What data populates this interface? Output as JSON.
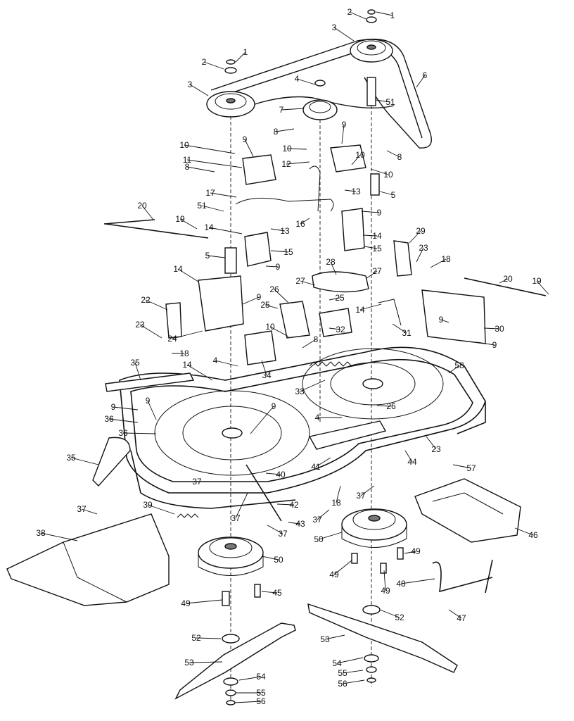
{
  "diagram": {
    "callouts": [
      {
        "id": "c-1a",
        "text": "1"
      },
      {
        "id": "c-2a",
        "text": "2"
      },
      {
        "id": "c-3a",
        "text": "3"
      },
      {
        "id": "c-1b",
        "text": "1"
      },
      {
        "id": "c-2b",
        "text": "2"
      },
      {
        "id": "c-3b",
        "text": "3"
      },
      {
        "id": "c-4a",
        "text": "4"
      },
      {
        "id": "c-6",
        "text": "6"
      },
      {
        "id": "c-7",
        "text": "7"
      },
      {
        "id": "c-51a",
        "text": "51"
      },
      {
        "id": "c-8a",
        "text": "8"
      },
      {
        "id": "c-9a",
        "text": "9"
      },
      {
        "id": "c-8b",
        "text": "8"
      },
      {
        "id": "c-10a",
        "text": "10"
      },
      {
        "id": "c-10b",
        "text": "10"
      },
      {
        "id": "c-12",
        "text": "12"
      },
      {
        "id": "c-10c",
        "text": "10"
      },
      {
        "id": "c-9b",
        "text": "9"
      },
      {
        "id": "c-10d",
        "text": "10"
      },
      {
        "id": "c-11",
        "text": "11"
      },
      {
        "id": "c-8c",
        "text": "8"
      },
      {
        "id": "c-5a",
        "text": "5"
      },
      {
        "id": "c-13a",
        "text": "13"
      },
      {
        "id": "c-17",
        "text": "17"
      },
      {
        "id": "c-51b",
        "text": "51"
      },
      {
        "id": "c-20a",
        "text": "20"
      },
      {
        "id": "c-19a",
        "text": "19"
      },
      {
        "id": "c-16",
        "text": "16"
      },
      {
        "id": "c-9c",
        "text": "9"
      },
      {
        "id": "c-14a",
        "text": "14"
      },
      {
        "id": "c-13b",
        "text": "13"
      },
      {
        "id": "c-14b",
        "text": "14"
      },
      {
        "id": "c-15a",
        "text": "15"
      },
      {
        "id": "c-15b",
        "text": "15"
      },
      {
        "id": "c-29",
        "text": "29"
      },
      {
        "id": "c-5b",
        "text": "5"
      },
      {
        "id": "c-9d",
        "text": "9"
      },
      {
        "id": "c-23a",
        "text": "23"
      },
      {
        "id": "c-18a",
        "text": "18"
      },
      {
        "id": "c-28",
        "text": "28"
      },
      {
        "id": "c-27a",
        "text": "27"
      },
      {
        "id": "c-27b",
        "text": "27"
      },
      {
        "id": "c-20b",
        "text": "20"
      },
      {
        "id": "c-19b",
        "text": "19"
      },
      {
        "id": "c-14c",
        "text": "14"
      },
      {
        "id": "c-9e",
        "text": "9"
      },
      {
        "id": "c-26",
        "text": "26"
      },
      {
        "id": "c-25a",
        "text": "25"
      },
      {
        "id": "c-25b",
        "text": "25"
      },
      {
        "id": "c-14d",
        "text": "14"
      },
      {
        "id": "c-22",
        "text": "22"
      },
      {
        "id": "c-32",
        "text": "32"
      },
      {
        "id": "c-31",
        "text": "31"
      },
      {
        "id": "c-9f",
        "text": "9"
      },
      {
        "id": "c-30",
        "text": "30"
      },
      {
        "id": "c-9g",
        "text": "9"
      },
      {
        "id": "c-23b",
        "text": "23"
      },
      {
        "id": "c-24",
        "text": "24"
      },
      {
        "id": "c-10e",
        "text": "10"
      },
      {
        "id": "c-8d",
        "text": "8"
      },
      {
        "id": "c-18b",
        "text": "18"
      },
      {
        "id": "c-4b",
        "text": "4"
      },
      {
        "id": "c-34",
        "text": "34"
      },
      {
        "id": "c-35a",
        "text": "35"
      },
      {
        "id": "c-14e",
        "text": "14"
      },
      {
        "id": "c-58",
        "text": "58"
      },
      {
        "id": "c-33",
        "text": "33"
      },
      {
        "id": "c-9h",
        "text": "9"
      },
      {
        "id": "c-9i",
        "text": "9"
      },
      {
        "id": "c-9j",
        "text": "9"
      },
      {
        "id": "c-26b",
        "text": "26"
      },
      {
        "id": "c-36a",
        "text": "36"
      },
      {
        "id": "c-36b",
        "text": "36"
      },
      {
        "id": "c-4c",
        "text": "4"
      },
      {
        "id": "c-35b",
        "text": "35"
      },
      {
        "id": "c-23c",
        "text": "23"
      },
      {
        "id": "c-44",
        "text": "44"
      },
      {
        "id": "c-41",
        "text": "41"
      },
      {
        "id": "c-40",
        "text": "40"
      },
      {
        "id": "c-57",
        "text": "57"
      },
      {
        "id": "c-37a",
        "text": "37"
      },
      {
        "id": "c-37b",
        "text": "37"
      },
      {
        "id": "c-18c",
        "text": "18"
      },
      {
        "id": "c-37c",
        "text": "37"
      },
      {
        "id": "c-42",
        "text": "42"
      },
      {
        "id": "c-37d",
        "text": "37"
      },
      {
        "id": "c-46",
        "text": "46"
      },
      {
        "id": "c-39",
        "text": "39"
      },
      {
        "id": "c-43",
        "text": "43"
      },
      {
        "id": "c-37e",
        "text": "37"
      },
      {
        "id": "c-38",
        "text": "38"
      },
      {
        "id": "c-37f",
        "text": "37"
      },
      {
        "id": "c-50a",
        "text": "50"
      },
      {
        "id": "c-50b",
        "text": "50"
      },
      {
        "id": "c-49a",
        "text": "49"
      },
      {
        "id": "c-49b",
        "text": "49"
      },
      {
        "id": "c-49c",
        "text": "49"
      },
      {
        "id": "c-48",
        "text": "48"
      },
      {
        "id": "c-45",
        "text": "45"
      },
      {
        "id": "c-49d",
        "text": "49"
      },
      {
        "id": "c-47",
        "text": "47"
      },
      {
        "id": "c-52a",
        "text": "52"
      },
      {
        "id": "c-53a",
        "text": "53"
      },
      {
        "id": "c-52b",
        "text": "52"
      },
      {
        "id": "c-53b",
        "text": "53"
      },
      {
        "id": "c-54a",
        "text": "54"
      },
      {
        "id": "c-55a",
        "text": "55"
      },
      {
        "id": "c-56a",
        "text": "56"
      },
      {
        "id": "c-54b",
        "text": "54"
      },
      {
        "id": "c-55b",
        "text": "55"
      },
      {
        "id": "c-56b",
        "text": "56"
      }
    ]
  }
}
